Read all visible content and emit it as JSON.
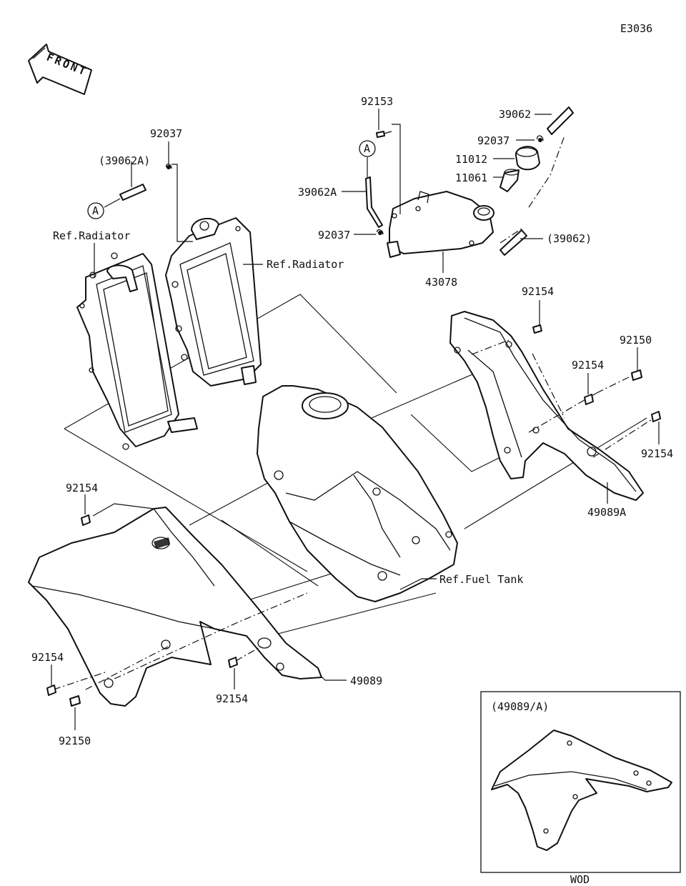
{
  "diagram_code": "E3036",
  "front_label": "FRONT",
  "callout_a": "A",
  "ref_labels": {
    "radiator_left": "Ref.Radiator",
    "radiator_right": "Ref.Radiator",
    "fuel_tank": "Ref.Fuel Tank"
  },
  "parts": {
    "p39062A_paren": "(39062A)",
    "p92037_left": "92037",
    "p92153": "92153",
    "p39062A": "39062A",
    "p92037_mid": "92037",
    "p43078": "43078",
    "p39062": "39062",
    "p92037_right": "92037",
    "p11012": "11012",
    "p11061": "11061",
    "p39062_paren": "(39062)",
    "p92154_a": "92154",
    "p92150_a": "92150",
    "p92154_b": "92154",
    "p92154_c": "92154",
    "p49089A": "49089A",
    "p92154_d": "92154",
    "p92154_e": "92154",
    "p92154_f": "92154",
    "p92150_b": "92150",
    "p49089": "49089"
  },
  "inset": {
    "title": "(49089/A)",
    "caption": "WOD"
  }
}
